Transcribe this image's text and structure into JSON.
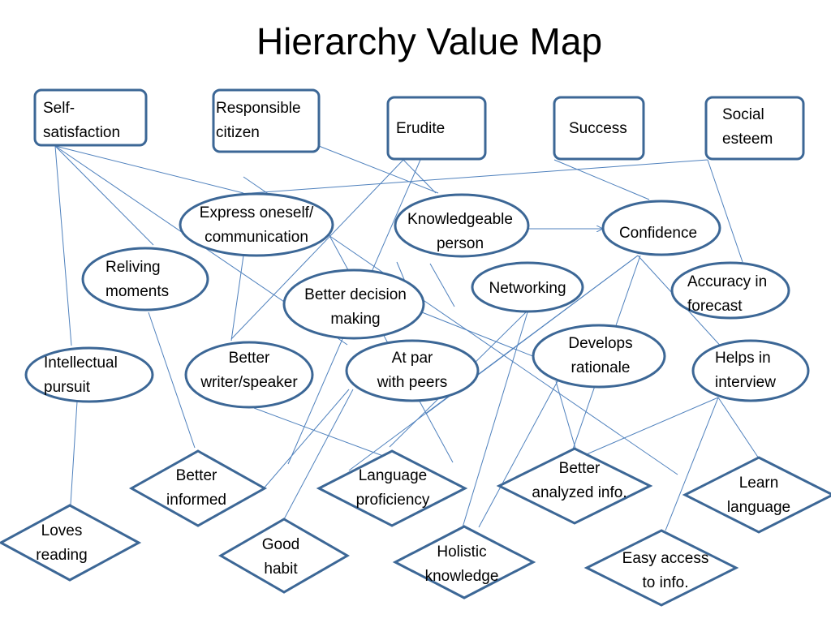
{
  "title": "Hierarchy Value Map",
  "nodes": {
    "self_satisfaction": [
      "Self-",
      "satisfaction"
    ],
    "responsible_citizen": [
      "Responsible",
      "citizen"
    ],
    "erudite": [
      "Erudite"
    ],
    "success": [
      "Success"
    ],
    "social_esteem": [
      "Social",
      "esteem"
    ],
    "express_oneself": [
      "Express oneself/",
      "communication"
    ],
    "knowledgeable_person": [
      "Knowledgeable",
      "person"
    ],
    "confidence": [
      "Confidence"
    ],
    "reliving_moments": [
      "Reliving",
      "moments"
    ],
    "better_decision": [
      "Better decision",
      "making"
    ],
    "networking": [
      "Networking"
    ],
    "accuracy_forecast": [
      "Accuracy in",
      "forecast"
    ],
    "intellectual_pursuit": [
      "Intellectual",
      "pursuit"
    ],
    "better_writer": [
      "Better",
      "writer/speaker"
    ],
    "at_par": [
      "At par",
      "with peers"
    ],
    "develops_rationale": [
      "Develops",
      "rationale"
    ],
    "helps_interview": [
      "Helps in",
      "interview"
    ],
    "better_informed": [
      "Better",
      "informed"
    ],
    "language_proficiency": [
      "Language",
      "proficiency"
    ],
    "better_analyzed": [
      "Better",
      "analyzed info."
    ],
    "learn_language": [
      "Learn",
      "language"
    ],
    "loves_reading": [
      "Loves",
      "reading"
    ],
    "good_habit": [
      "Good",
      "habit"
    ],
    "holistic_knowledge": [
      "Holistic",
      "knowledge"
    ],
    "easy_access": [
      "Easy access",
      "to info."
    ]
  }
}
